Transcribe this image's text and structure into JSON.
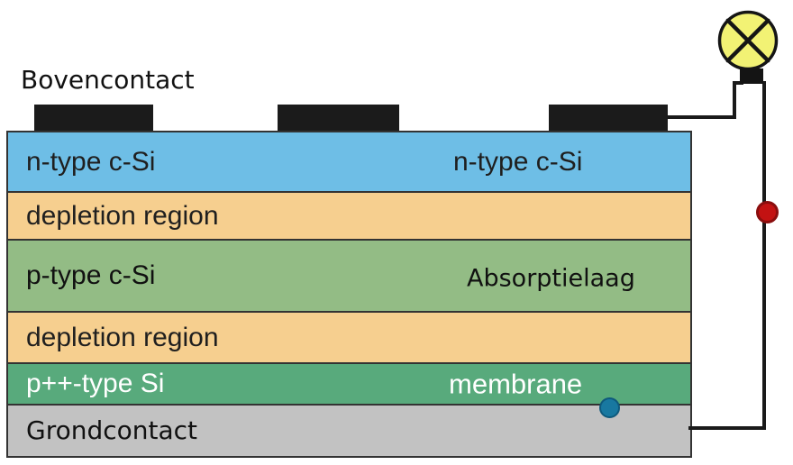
{
  "labels": {
    "top_contact": "Bovencontact"
  },
  "diagram": {
    "layers": [
      {
        "name": "n-type-c-si",
        "label": "n-type c-Si",
        "label_right": "n-type c-Si",
        "color": "#6ebee6",
        "text_color": "#1f1f1f"
      },
      {
        "name": "depletion-region-upper",
        "label": "depletion region",
        "color": "#f6cf8f",
        "text_color": "#1f1f1f"
      },
      {
        "name": "p-type-c-si",
        "label": "p-type c-Si",
        "label_right": "Absorptielaag",
        "color": "#93bc85",
        "text_color": "#111111"
      },
      {
        "name": "depletion-region-lower",
        "label": "depletion region",
        "color": "#f6cf8f",
        "text_color": "#1f1f1f"
      },
      {
        "name": "p-plus-plus-type-si",
        "label": "p++-type Si",
        "label_right": "membrane",
        "color": "#58aa7c",
        "text_color": "#ffffff"
      },
      {
        "name": "ground-contact",
        "label": "Grondcontact",
        "color": "#c2c2c2",
        "text_color": "#111111"
      }
    ],
    "markers": {
      "red_carrier_color": "#c31212",
      "teal_carrier_color": "#1878a0"
    },
    "bulb_fill": "#f2f274",
    "contact_color": "#1b1b1b",
    "wire_color": "#1a1a1a",
    "border_color": "#333333"
  }
}
